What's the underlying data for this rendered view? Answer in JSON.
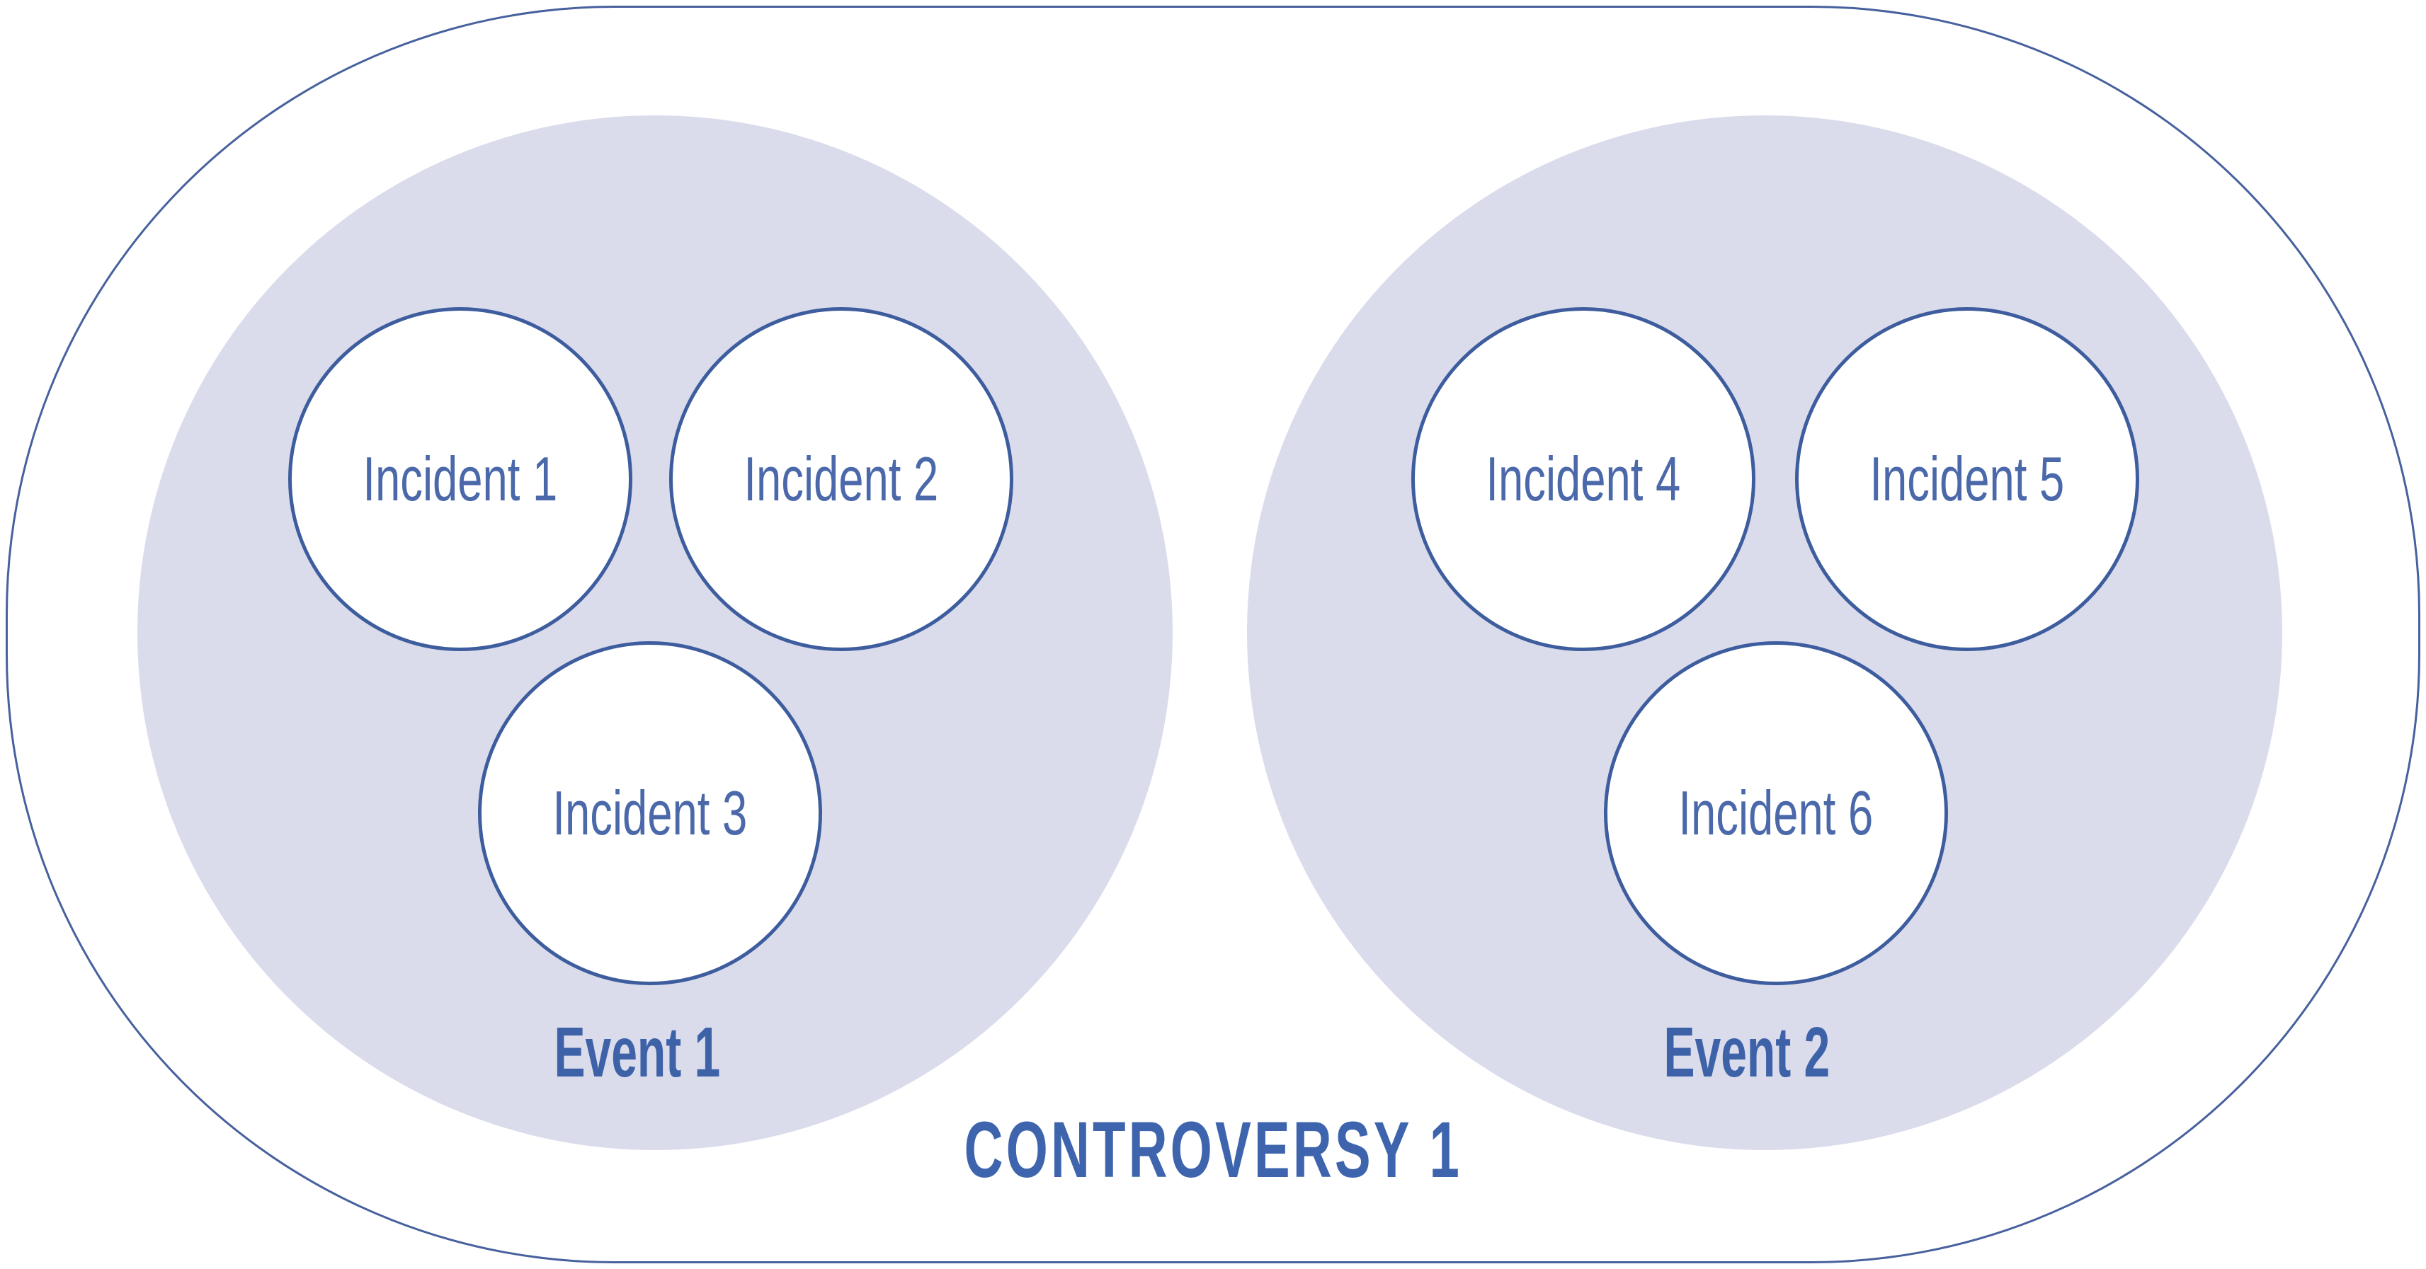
{
  "controversy": {
    "label": "CONTROVERSY 1",
    "events": [
      {
        "label": "Event 1",
        "incidents": [
          {
            "label": "Incident 1"
          },
          {
            "label": "Incident 2"
          },
          {
            "label": "Incident 3"
          }
        ]
      },
      {
        "label": "Event 2",
        "incidents": [
          {
            "label": "Incident 4"
          },
          {
            "label": "Incident 5"
          },
          {
            "label": "Incident 6"
          }
        ]
      }
    ]
  },
  "colors": {
    "background": "#ffffff",
    "boundary_stroke": "#47619e",
    "event_fill": "#dadcec",
    "incident_fill": "#ffffff",
    "incident_stroke": "#3e5d9e",
    "incident_text": "#4b69aa",
    "event_label_text": "#3d62a8",
    "controversy_text": "#3d64ac"
  }
}
